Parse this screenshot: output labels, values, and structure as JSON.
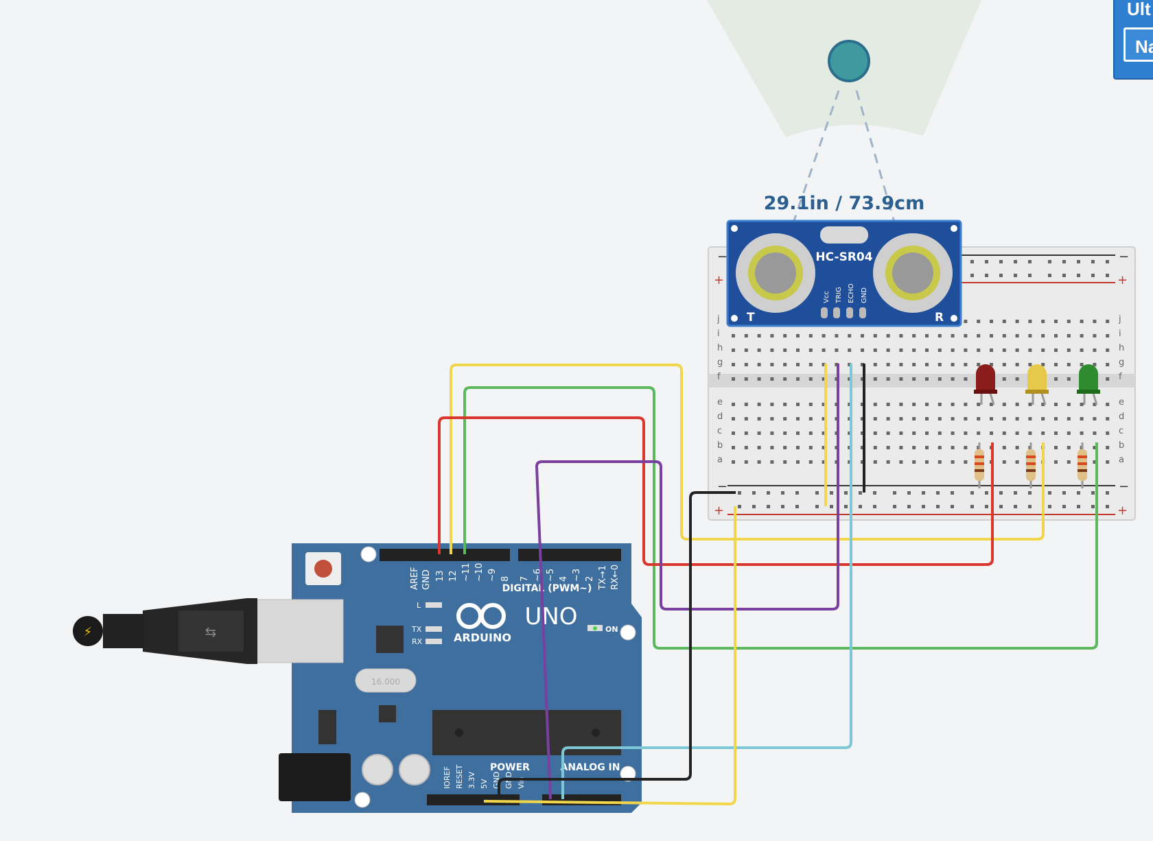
{
  "sensor": {
    "distance_readout": "29.1in / 73.9cm",
    "model_label": "HC-SR04",
    "pins": [
      "Vcc",
      "TRIG",
      "ECHO",
      "GND"
    ],
    "transmitter_mark": "T",
    "receiver_mark": "R"
  },
  "board": {
    "brand": "ARDUINO",
    "model": "UNO",
    "header_digital": "DIGITAL (PWM~)",
    "pins_top_left": [
      "AREF",
      "GND",
      "13",
      "12",
      "~11",
      "~10",
      "~9",
      "8"
    ],
    "pins_top_right": [
      "7",
      "~6",
      "~5",
      "4",
      "~3",
      "2",
      "TX→1",
      "RX←0"
    ],
    "power_label": "POWER",
    "analog_label": "ANALOG IN",
    "power_pins": [
      "IOREF",
      "RESET",
      "3.3V",
      "5V",
      "GND",
      "GND",
      "Vin"
    ],
    "led_L": "L",
    "led_TX": "TX",
    "led_RX": "RX",
    "on_label": "ON",
    "crystal_label": "16.000"
  },
  "breadboard": {
    "row_letters_top": [
      "j",
      "i",
      "h",
      "g",
      "f"
    ],
    "row_letters_bottom": [
      "e",
      "d",
      "c",
      "b",
      "a"
    ],
    "minus": "−",
    "plus": "+"
  },
  "leds": [
    {
      "color_name": "red",
      "fill": "#8b1c1c"
    },
    {
      "color_name": "yellow",
      "fill": "#e6c84a"
    },
    {
      "color_name": "green",
      "fill": "#2e8b2e"
    }
  ],
  "colors": {
    "wire_yellow": "#f1d54a",
    "wire_green": "#5cb85c",
    "wire_red": "#d9372b",
    "wire_purple": "#7b3fa0",
    "wire_cyan": "#7dc8d6",
    "wire_black": "#222222",
    "board_blue": "#3f6f9e",
    "sensor_blue": "#1f4f9a"
  },
  "right_panel": {
    "top_label": "Ult",
    "button_label": "Na"
  }
}
